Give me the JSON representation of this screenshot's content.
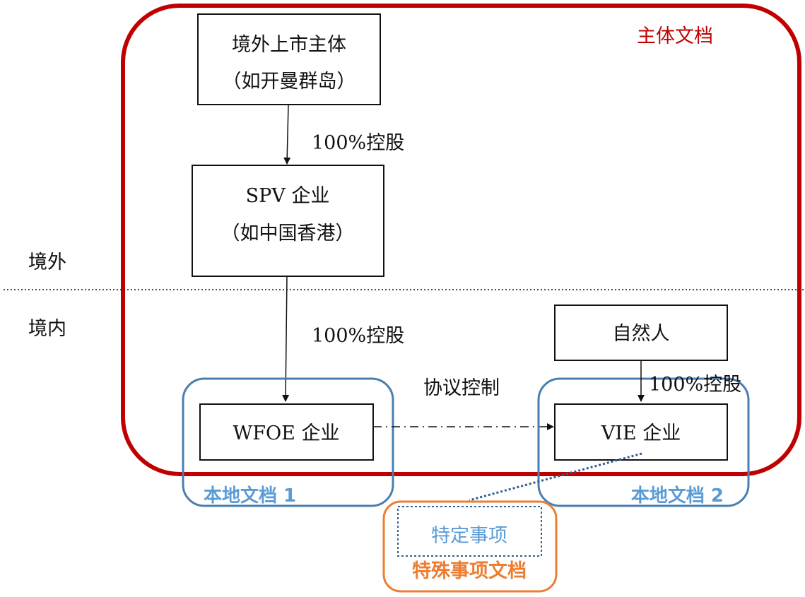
{
  "regions": {
    "offshore": "境外",
    "onshore": "境内"
  },
  "documents": {
    "master_file": "主体文档",
    "local_file_1": "本地文档 1",
    "local_file_2": "本地文档 2",
    "special_file": "特殊事项文档",
    "special_matter": "特定事项"
  },
  "entities": {
    "listed": {
      "line1": "境外上市主体",
      "line2": "（如开曼群岛）"
    },
    "spv": {
      "line1": "SPV 企业",
      "line2": "（如中国香港）"
    },
    "wfoe": "WFOE 企业",
    "vie": "VIE 企业",
    "person": "自然人"
  },
  "relations": {
    "listed_to_spv": "100%控股",
    "spv_to_wfoe": "100%控股",
    "wfoe_to_vie": "协议控制",
    "person_to_vie": "100%控股"
  },
  "colors": {
    "master": "#c00000",
    "local": "#4a7eb0",
    "special": "#ed7d31",
    "special_inner": "#2e5f8f"
  }
}
